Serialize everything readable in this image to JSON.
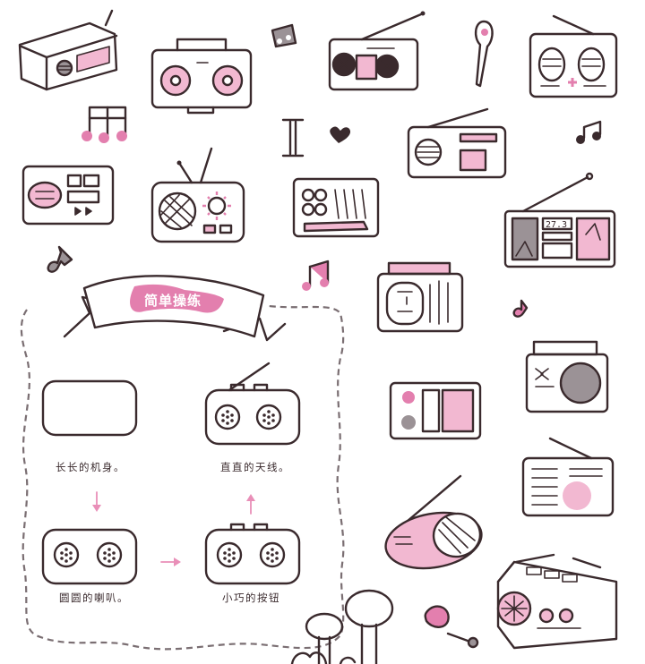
{
  "banner": {
    "title": "简单操练"
  },
  "steps": [
    {
      "caption": "长长的机身。"
    },
    {
      "caption": "直直的天线。"
    },
    {
      "caption": "圆圆的喇叭。"
    },
    {
      "caption": "小巧的按钮"
    }
  ],
  "display_digits": "27.3",
  "colors": {
    "ink": "#3a2a2d",
    "pink": "#f2b8d1",
    "deep_pink": "#e37fae",
    "gray": "#9b9296"
  }
}
